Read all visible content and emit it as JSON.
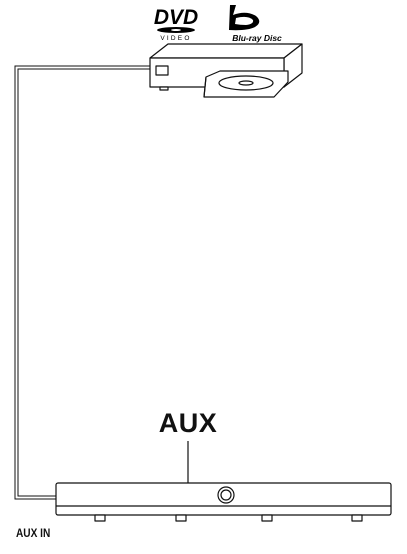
{
  "logos": {
    "dvd": {
      "mark": "DVD",
      "sub": "VIDEO"
    },
    "bluray": {
      "caption": "Blu-ray Disc"
    }
  },
  "labels": {
    "aux": "AUX",
    "aux_in": "AUX IN"
  }
}
